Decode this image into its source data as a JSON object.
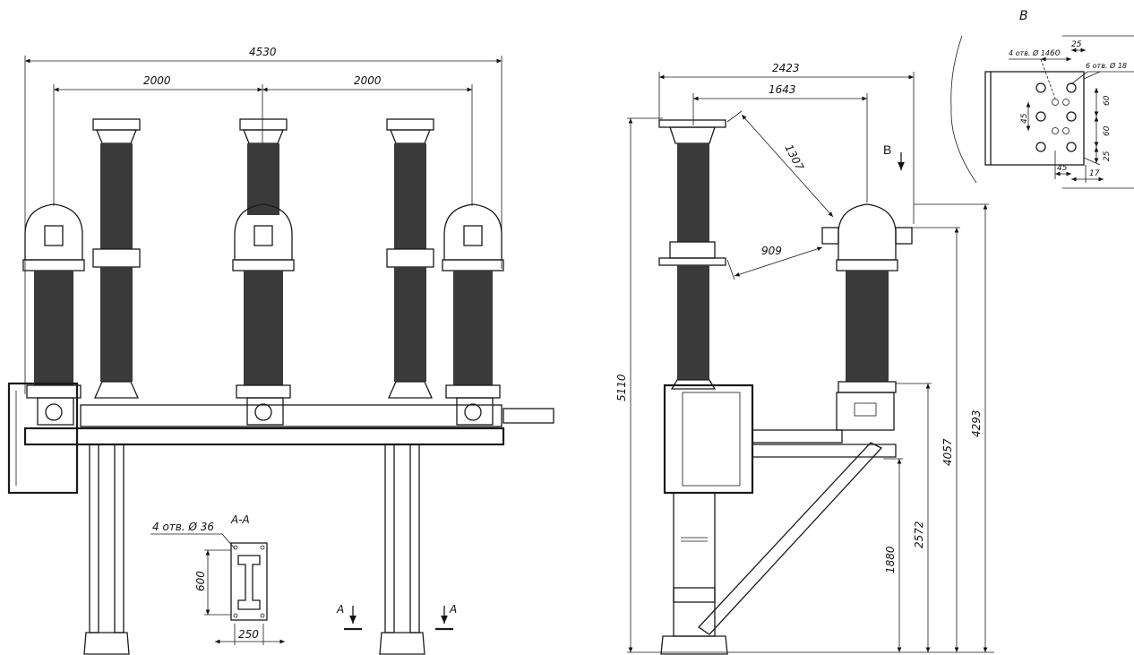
{
  "front_view": {
    "dims": {
      "overall_width": "4530",
      "pole_spacing_left": "2000",
      "pole_spacing_right": "2000"
    },
    "section_a": {
      "title": "A-A",
      "holes": "4 отв. Ø 36",
      "height": "600",
      "width": "250"
    },
    "cut_marker": "A"
  },
  "side_view": {
    "dims": {
      "width_top": "2423",
      "width_inner": "1643",
      "diag_clearance": "1307",
      "phase_clearance": "909",
      "total_height": "5110",
      "height_terminal_top": "4293",
      "height_terminal": "4057",
      "height_base": "2572",
      "height_support": "1880"
    },
    "view_arrow": "B"
  },
  "detail_b": {
    "title": "B",
    "holes_small": "4 отв. Ø 14",
    "holes_large": "6 отв. Ø 18",
    "d60_top": "60",
    "d25_top": "25",
    "d60_right_a": "60",
    "d60_right_b": "60",
    "d25_right": "25",
    "d45_left": "45",
    "d45_bottom": "45",
    "d17_bottom": "17"
  }
}
